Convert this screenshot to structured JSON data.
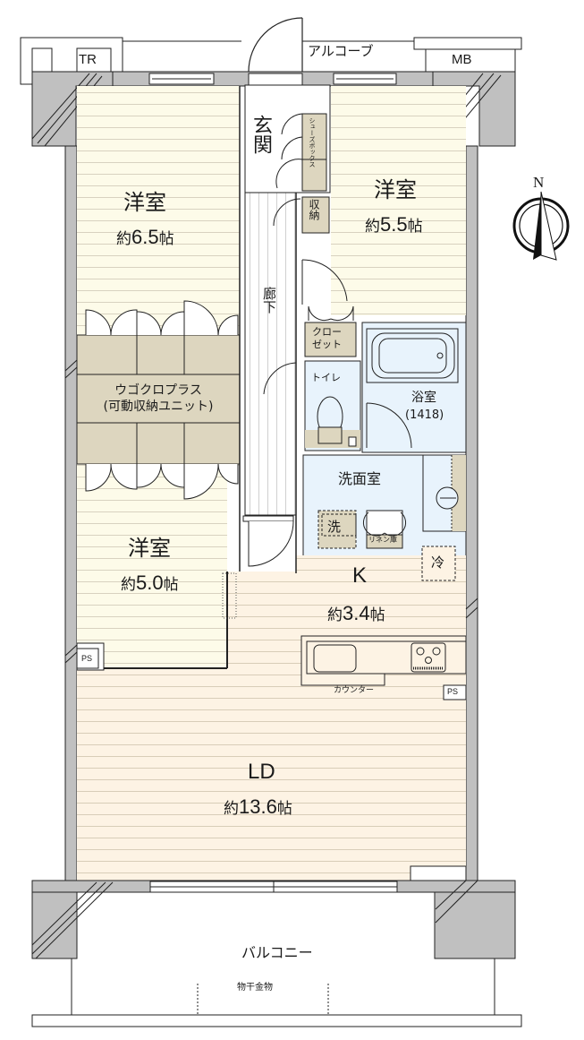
{
  "floorplan": {
    "colors": {
      "wall": "#c0c0c0",
      "bedroom_floor": "#fdfbe9",
      "ld_floor": "#fdf3e4",
      "wet_area": "#e8f3fc",
      "storage": "#ddd6bf",
      "line": "#222222",
      "floor_stripe": "#d8d2c0"
    },
    "exterior": {
      "alcove_label": "アルコーブ",
      "tr_label": "TR",
      "mb_label": "MB",
      "balcony_label": "バルコニー",
      "drying_hardware_label": "物干金物"
    },
    "compass": {
      "north_label": "N"
    },
    "rooms": {
      "bedroom1": {
        "name": "洋室",
        "size_prefix": "約",
        "size_value": "6.5",
        "size_unit": "帖"
      },
      "bedroom2": {
        "name": "洋室",
        "size_prefix": "約",
        "size_value": "5.5",
        "size_unit": "帖"
      },
      "bedroom3": {
        "name": "洋室",
        "size_prefix": "約",
        "size_value": "5.0",
        "size_unit": "帖"
      },
      "kitchen": {
        "name": "K",
        "size_prefix": "約",
        "size_value": "3.4",
        "size_unit": "帖"
      },
      "ld": {
        "name": "LD",
        "size_prefix": "約",
        "size_value": "13.6",
        "size_unit": "帖"
      },
      "entrance": {
        "name": "玄関"
      },
      "corridor": {
        "name": "廊下"
      },
      "toilet": {
        "name": "トイレ"
      },
      "bathroom": {
        "name": "浴室",
        "spec": "(1418)"
      },
      "washroom": {
        "name": "洗面室"
      }
    },
    "fixtures": {
      "shoe_box": "シューズボックス",
      "storage": "収納",
      "closet_line1": "クロー",
      "closet_line2": "ゼット",
      "movable_storage_line1": "ウゴクロプラス",
      "movable_storage_line2": "(可動収納ユニット)",
      "washer": "洗",
      "linen": "リネン庫",
      "fridge": "冷",
      "counter": "カウンター",
      "ps_left": "PS",
      "ps_right": "PS"
    }
  }
}
